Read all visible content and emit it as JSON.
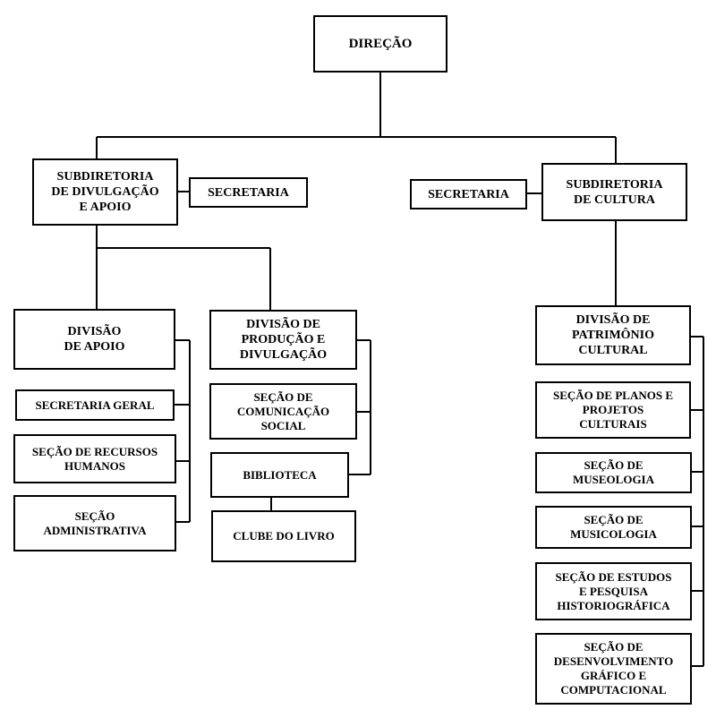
{
  "boxes": {
    "direcao": "DIREÇÃO",
    "sub_divulgacao": "SUBDIRETORIA\nDE DIVULGAÇÃO\nE APOIO",
    "secretaria_divulgacao": "SECRETARIA",
    "secretaria_cultura": "SECRETARIA",
    "sub_cultura": "SUBDIRETORIA\nDE CULTURA",
    "div_apoio": "DIVISÃO\nDE APOIO",
    "div_producao": "DIVISÃO DE\nPRODUÇÃO E\nDIVULGAÇÃO",
    "div_patrimonio": "DIVISÃO DE\nPATRIMÔNIO\nCULTURAL",
    "secretaria_geral": "SECRETARIA GERAL",
    "secao_rh": "SEÇÃO DE RECURSOS\nHUMANOS",
    "secao_adm": "SEÇÃO\nADMINISTRATIVA",
    "secao_comunicacao": "SEÇÃO DE\nCOMUNICAÇÃO\nSOCIAL",
    "biblioteca": "BIBLIOTECA",
    "clube_livro": "CLUBE DO LIVRO",
    "secao_planos": "SEÇÃO DE PLANOS E\nPROJETOS\nCULTURAIS",
    "secao_museologia": "SEÇÃO DE\nMUSEOLOGIA",
    "secao_musicologia": "SEÇÃO DE\nMUSICOLOGIA",
    "secao_estudos": "SEÇÃO DE ESTUDOS\nE PESQUISA\nHISTORIOGRÁFICA",
    "secao_desenvolvimento": "SEÇÃO DE\nDESENVOLVIMENTO\nGRÁFICO E\nCOMPUTACIONAL"
  }
}
